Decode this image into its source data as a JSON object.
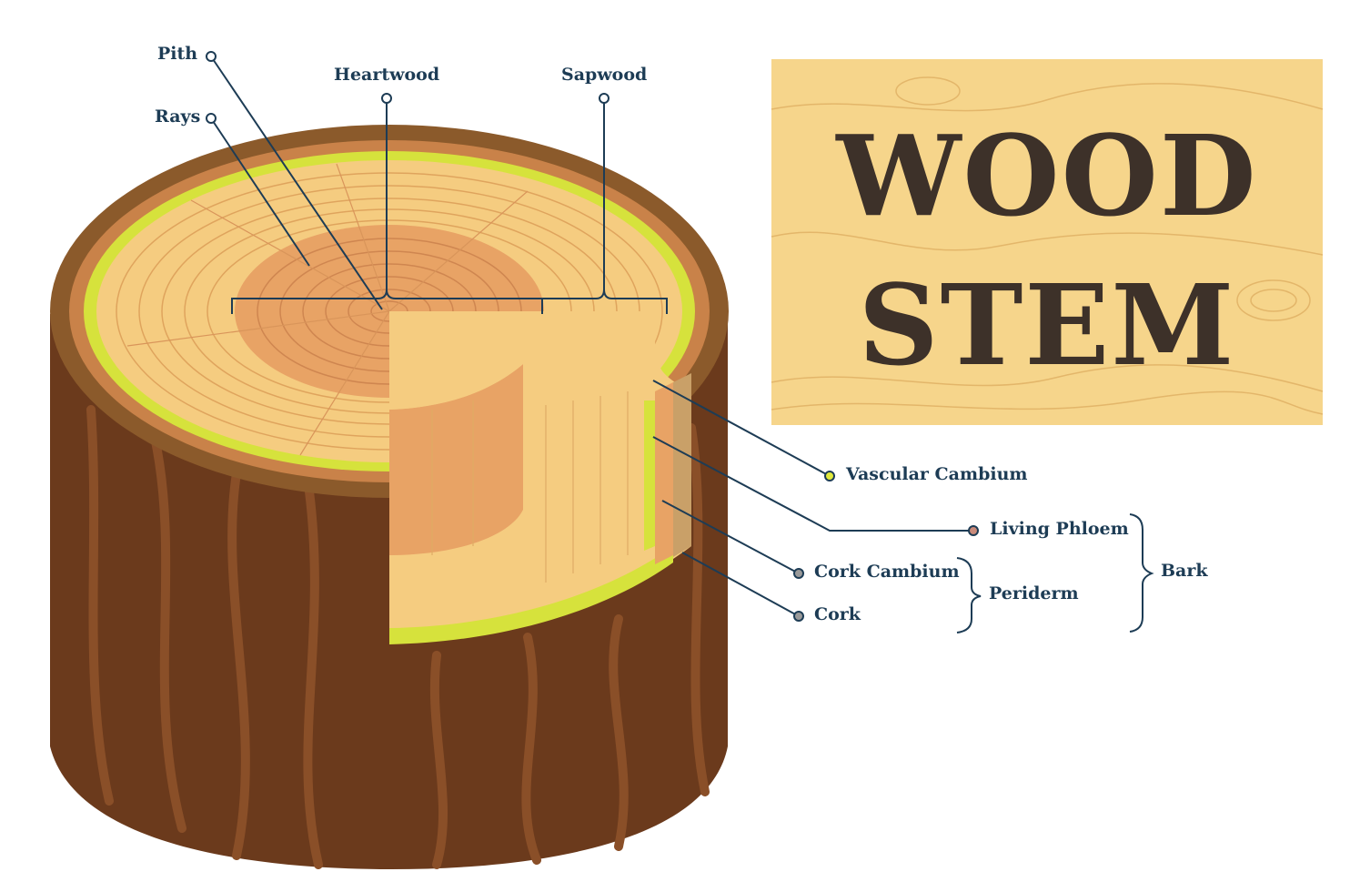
{
  "sign": {
    "line1": "WOOD",
    "line2": "STEM"
  },
  "labels": {
    "pith": "Pith",
    "rays": "Rays",
    "heartwood": "Heartwood",
    "sapwood": "Sapwood",
    "vascular_cambium": "Vascular Cambium",
    "living_phloem": "Living Phloem",
    "cork_cambium": "Cork Cambium",
    "cork": "Cork",
    "periderm": "Periderm",
    "bark": "Bark"
  },
  "colors": {
    "text": "#1d3c55",
    "bark": "#6b3a1c",
    "sapwood": "#f5cc80",
    "heartwood": "#e8a365",
    "cambium": "#d6e23c",
    "sign": "#f6d58b"
  }
}
